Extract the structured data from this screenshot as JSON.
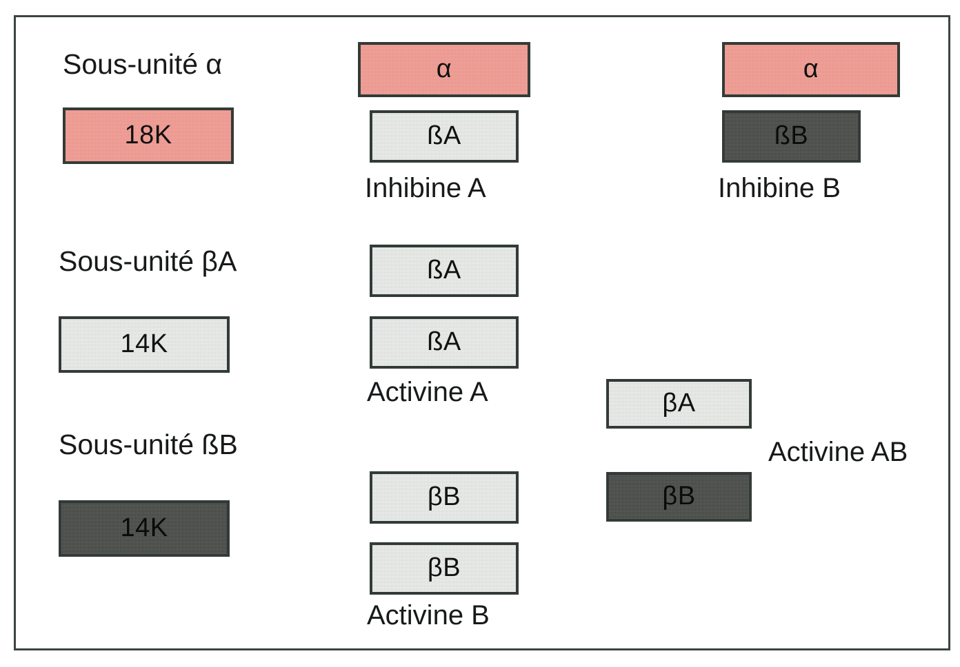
{
  "figure": {
    "title_text_present": false,
    "background": "#ffffff",
    "frame_color": "#3c4442",
    "palette": {
      "alpha_pink": "#f4948a",
      "beta_a_light_gray": "#e9ece9",
      "beta_b_dark_gray": "#4e524e",
      "outline": "#333b38",
      "text": "#17191a"
    }
  },
  "legend_column": {
    "entries": [
      {
        "heading": "Sous-unité α",
        "chip_label": "18K",
        "chip_style": "pink"
      },
      {
        "heading": "Sous-unité βA",
        "chip_label": "14K",
        "chip_style": "light"
      },
      {
        "heading": "Sous-unité ßB",
        "chip_label": "14K",
        "chip_style": "dark"
      }
    ]
  },
  "dimers": {
    "inhibine_a": {
      "name": "Inhibine A",
      "top_chip": {
        "label": "α",
        "style": "pink"
      },
      "bottom_chip": {
        "label": "ßA",
        "style": "light"
      }
    },
    "inhibine_b": {
      "name": "Inhibine B",
      "top_chip": {
        "label": "α",
        "style": "pink"
      },
      "bottom_chip": {
        "label": "ßB",
        "style": "dark"
      }
    },
    "activine_a": {
      "name": "Activine A",
      "top_chip": {
        "label": "ßA",
        "style": "light"
      },
      "bottom_chip": {
        "label": "ßA",
        "style": "light"
      }
    },
    "activine_b": {
      "name": "Activine B",
      "top_chip": {
        "label": "βB",
        "style": "light"
      },
      "bottom_chip": {
        "label": "βB",
        "style": "light"
      }
    },
    "activine_ab": {
      "name": "Activine AB",
      "top_chip": {
        "label": "βA",
        "style": "light"
      },
      "bottom_chip": {
        "label": "βB",
        "style": "dark"
      }
    }
  }
}
